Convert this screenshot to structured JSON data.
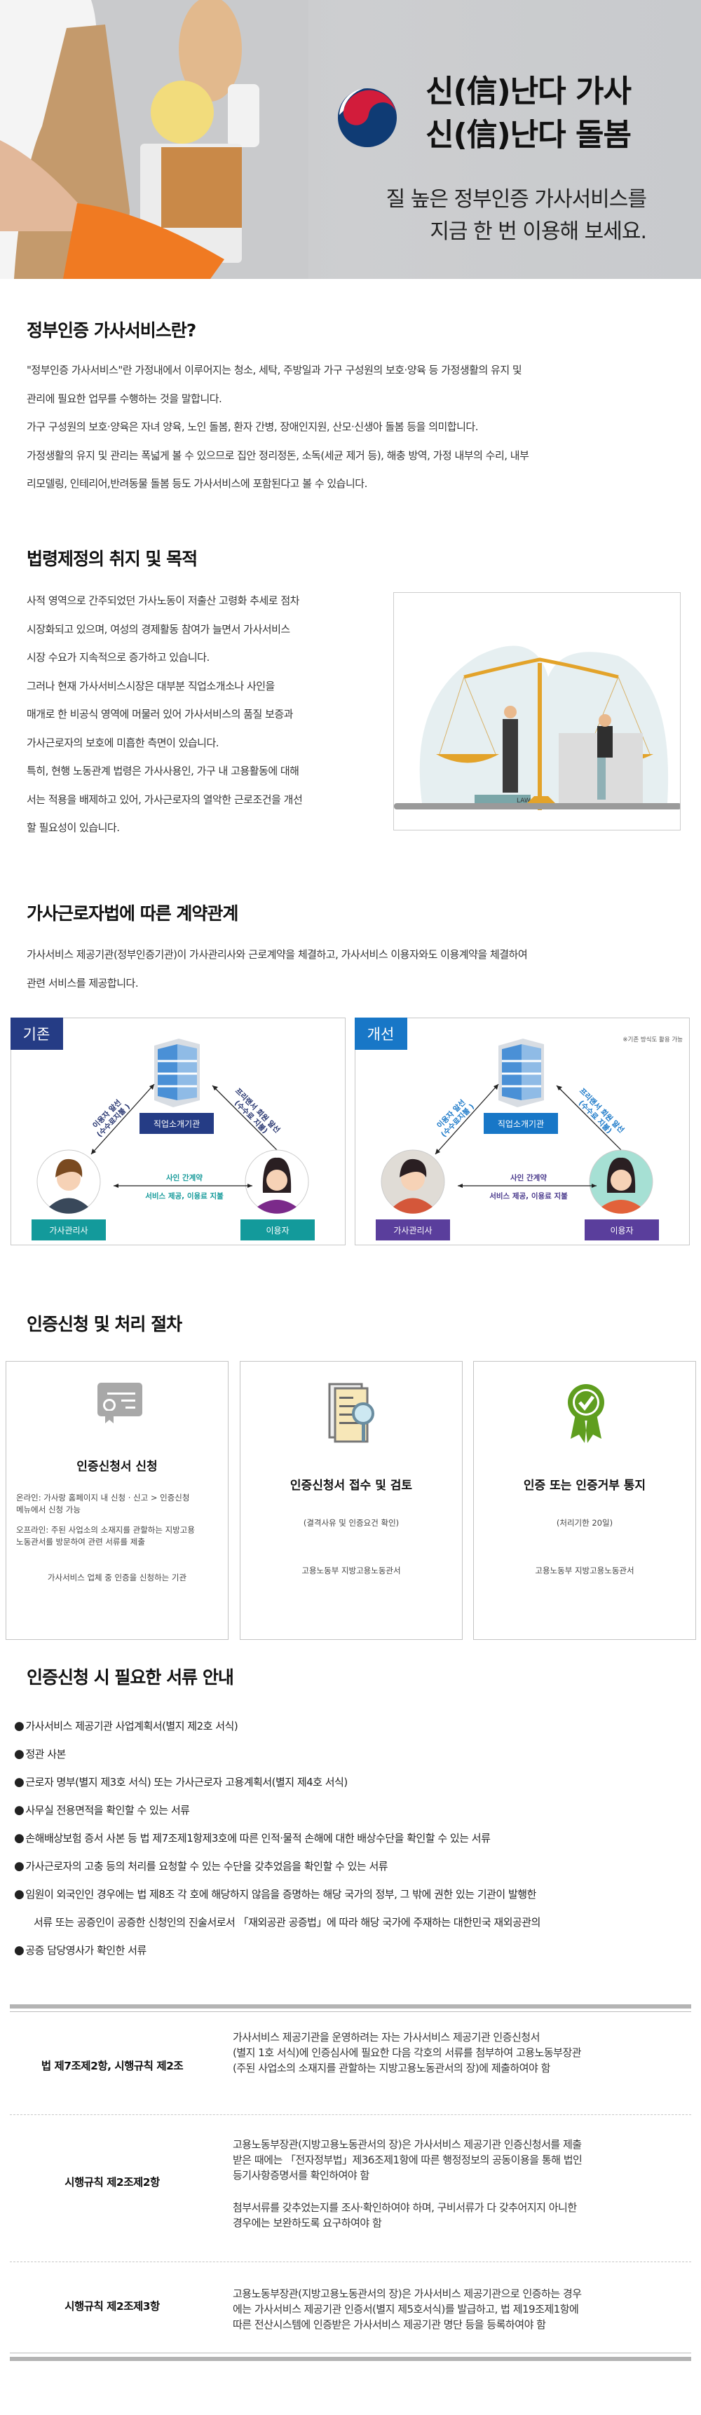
{
  "hero": {
    "title_line1": "신(信)난다 가사",
    "title_line2": "신(信)난다 돌봄",
    "subtitle_line1": "질 높은 정부인증 가사서비스를",
    "subtitle_line2": "지금 한 번 이용해 보세요.",
    "emblem_icon": "korea-government-emblem",
    "colors": {
      "emblem_blue": "#0f3b74",
      "emblem_red": "#d21c3b"
    }
  },
  "section1": {
    "title": "정부인증 가사서비스란?",
    "lines": [
      "\"정부인증 가사서비스\"란 가정내에서 이루어지는 청소, 세탁, 주방일과 가구 구성원의 보호·양육 등 가정생활의 유지 및",
      "관리에 필요한 업무를 수행하는 것을 말합니다.",
      "가구 구성원의 보호·양육은 자녀 양육, 노인 돌봄, 환자 간병, 장애인지원, 산모·신생아 돌봄 등을 의미합니다.",
      "가정생활의 유지 및 관리는 폭넓게 볼 수 있으므로 집안 정리정돈, 소독(세균 제거 등), 해충 방역, 가정 내부의 수리, 내부",
      " 리모델링, 인테리어,반려동물 돌봄 등도 가사서비스에 포함된다고 볼 수 있습니다."
    ]
  },
  "section2": {
    "title": "법령제정의 취지 및 목적",
    "lines": [
      "사적 영역으로 간주되었던 가사노동이 저출산 고령화 추세로 점차",
      "시장화되고 있으며, 여성의 경제활동 참여가 늘면서 가사서비스",
      "시장 수요가 지속적으로 증가하고 있습니다.",
      "그러나 현재 가사서비스시장은 대부분 직업소개소나 사인을",
      "매개로 한 비공식 영역에 머물러 있어 가사서비스의 품질 보증과",
      "가사근로자의 보호에 미흡한 측면이 있습니다.",
      "특히, 현행 노동관계 법령은 가사사용인, 가구 내 고용활동에 대해",
      "서는 적용을 배제하고 있어, 가사근로자의 열악한 근로조건을 개선",
      " 할 필요성이 있습니다."
    ],
    "illustration_book_label": "LAW"
  },
  "section3": {
    "title": "가사근로자법에 따른 계약관계",
    "lines": [
      "가사서비스 제공기관(정부인증기관)이 가사관리사와 근로계약을 체결하고, 가사서비스 이용자와도 이용계약을 체결하여",
      " 관련 서비스를 제공합니다."
    ],
    "diagrams": [
      {
        "badge": "기존",
        "center_label": "직업소개기관",
        "left_arrow_line1": "이용자 알선",
        "left_arrow_line2": "(수수료지불 )",
        "right_arrow_line1": "프리랜서 회원 알선",
        "right_arrow_line2": "(수수료 지불)",
        "middle_line1": "사인 간계약",
        "middle_line2": "서비스 제공, 이용료 지불",
        "left_person": "가사관리사",
        "right_person": "이용자",
        "colors": {
          "badge": "#253c85",
          "label": "#139a9b",
          "arrow_text": "#25336e",
          "middle_text": "#169a9a"
        }
      },
      {
        "badge": "개선",
        "note": "※기존 방식도 활용 가능",
        "center_label": "직업소개기관",
        "left_arrow_line1": "이용자 알선",
        "left_arrow_line2": "(수수료지불 )",
        "right_arrow_line1": "프리랜서 회원 알선",
        "right_arrow_line2": "(수수료 지불)",
        "middle_line1": "사인 간계약",
        "middle_line2": "서비스 제공, 이용료 지불",
        "left_person": "가사관리사",
        "right_person": "이용자",
        "colors": {
          "badge": "#1877c7",
          "label": "#5a3e9c",
          "arrow_text": "#1a78c8",
          "middle_text": "#4a3a8c"
        }
      }
    ]
  },
  "section4": {
    "title": "인증신청 및 처리 절차",
    "cards": [
      {
        "icon": "certificate-icon",
        "title": "인증신청서 신청",
        "lines": [
          "온라인: 가사랑 홈페이지 내 신청 · 신고 > 인증신청",
          " 메뉴에서 신청 가능",
          "오프라인: 주된 사업소의 소재지를 관할하는 지방고용",
          "노동관서를 방문하여 관련 서류를 제출"
        ],
        "footer": "가사서비스 업체 중 인증을 신청하는 기관"
      },
      {
        "icon": "document-search-icon",
        "title": "인증신청서 접수 및 검토",
        "note": "(결격사유 및 인증요건 확인)",
        "footer": "고용노동부 지방고용노동관서"
      },
      {
        "icon": "award-ribbon-check-icon",
        "title": "인증 또는 인증거부 통지",
        "note": "(처리기한 20일)",
        "footer": "고용노동부 지방고용노동관서"
      }
    ]
  },
  "section5": {
    "title": "인증신청 시 필요한 서류 안내",
    "bullet": "●",
    "items": [
      "가사서비스 제공기관 사업계획서(별지 제2호 서식)",
      "정관 사본",
      "근로자 명부(별지 제3호 서식) 또는 가사근로자 고용계획서(별지 제4호 서식)",
      "사무실 전용면적을 확인할 수 있는 서류",
      "손해배상보험 증서 사본 등 법 제7조제1항제3호에 따른 인적·물적 손해에 대한 배상수단을 확인할 수 있는 서류",
      "가사근로자의 고충 등의 처리를 요청할 수 있는 수단을 갖추었음을 확인할 수 있는 서류",
      "임원이 외국인인 경우에는 법 제8조 각 호에 해당하지 않음을 증명하는 해당 국가의 정부, 그 밖에 권한 있는 기관이 발행한"
    ],
    "item_continuation": "서류 또는 공증인이 공증한 신청인의 진술서로서 「재외공관 공증법」에 따라 해당 국가에 주재하는 대한민국 재외공관의",
    "last_item": "공증 담당영사가 확인한 서류"
  },
  "law_table": {
    "rows": [
      {
        "label": "법 제7조제2항, 시행규칙 제2조",
        "paragraphs": [
          [
            "가사서비스 제공기관을 운영하려는 자는 가사서비스 제공기관 인증신청서",
            "(별지 1호 서식)에 인증심사에 필요한 다음 각호의 서류를 첨부하여 고용노동부장관",
            "(주된 사업소의 소재지를 관할하는 지방고용노동관서의 장)에 제출하여야 함"
          ]
        ]
      },
      {
        "label": "시행규칙 제2조제2항",
        "paragraphs": [
          [
            "고용노동부장관(지방고용노동관서의 장)은 가사서비스 제공기관 인증신청서를 제출",
            "받은 때에는 「전자정부법」제36조제1항에 따른 행정정보의 공동이용을 통해 법인",
            "등기사항증명서를 확인하여야 함"
          ],
          [
            "첨부서류를 갖추었는지를 조사·확인하여야 하며, 구비서류가 다 갖추어지지 아니한",
            "경우에는 보완하도록 요구하여야 함"
          ]
        ]
      },
      {
        "label": "시행규칙 제2조제3항",
        "paragraphs": [
          [
            "고용노동부장관(지방고용노동관서의 장)은 가사서비스 제공기관으로 인증하는 경우",
            "에는 가사서비스 제공기관 인증서(별지 제5호서식)를 발급하고, 법 제19조제1항에",
            "따른 전산시스템에 인증받은 가사서비스 제공기관 명단 등을 등록하여야 함"
          ]
        ]
      }
    ]
  }
}
